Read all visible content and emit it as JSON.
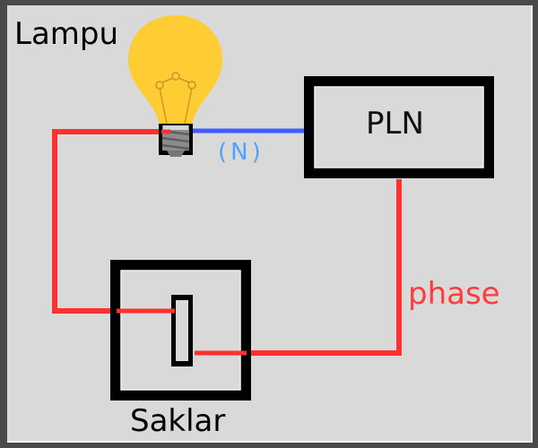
{
  "diagram": {
    "title_hint": "Lamp wiring circuit",
    "labels": {
      "lamp": "Lampu",
      "source": "PLN",
      "neutral": "(N)",
      "phase": "phase",
      "switch": "Saklar"
    },
    "colors": {
      "phase_wire": "#ff3030",
      "neutral_wire": "#3f5cff",
      "neutral_text": "#4da3ff",
      "phase_text": "#ff3b3b",
      "bulb": "#ffcc33",
      "background": "#d9d9d9",
      "frame": "#4a4a4a"
    },
    "connections": [
      {
        "from": "Lampu",
        "to": "PLN",
        "wire": "neutral"
      },
      {
        "from": "PLN",
        "to": "Saklar",
        "wire": "phase"
      },
      {
        "from": "Saklar",
        "to": "Lampu",
        "wire": "phase"
      }
    ]
  }
}
